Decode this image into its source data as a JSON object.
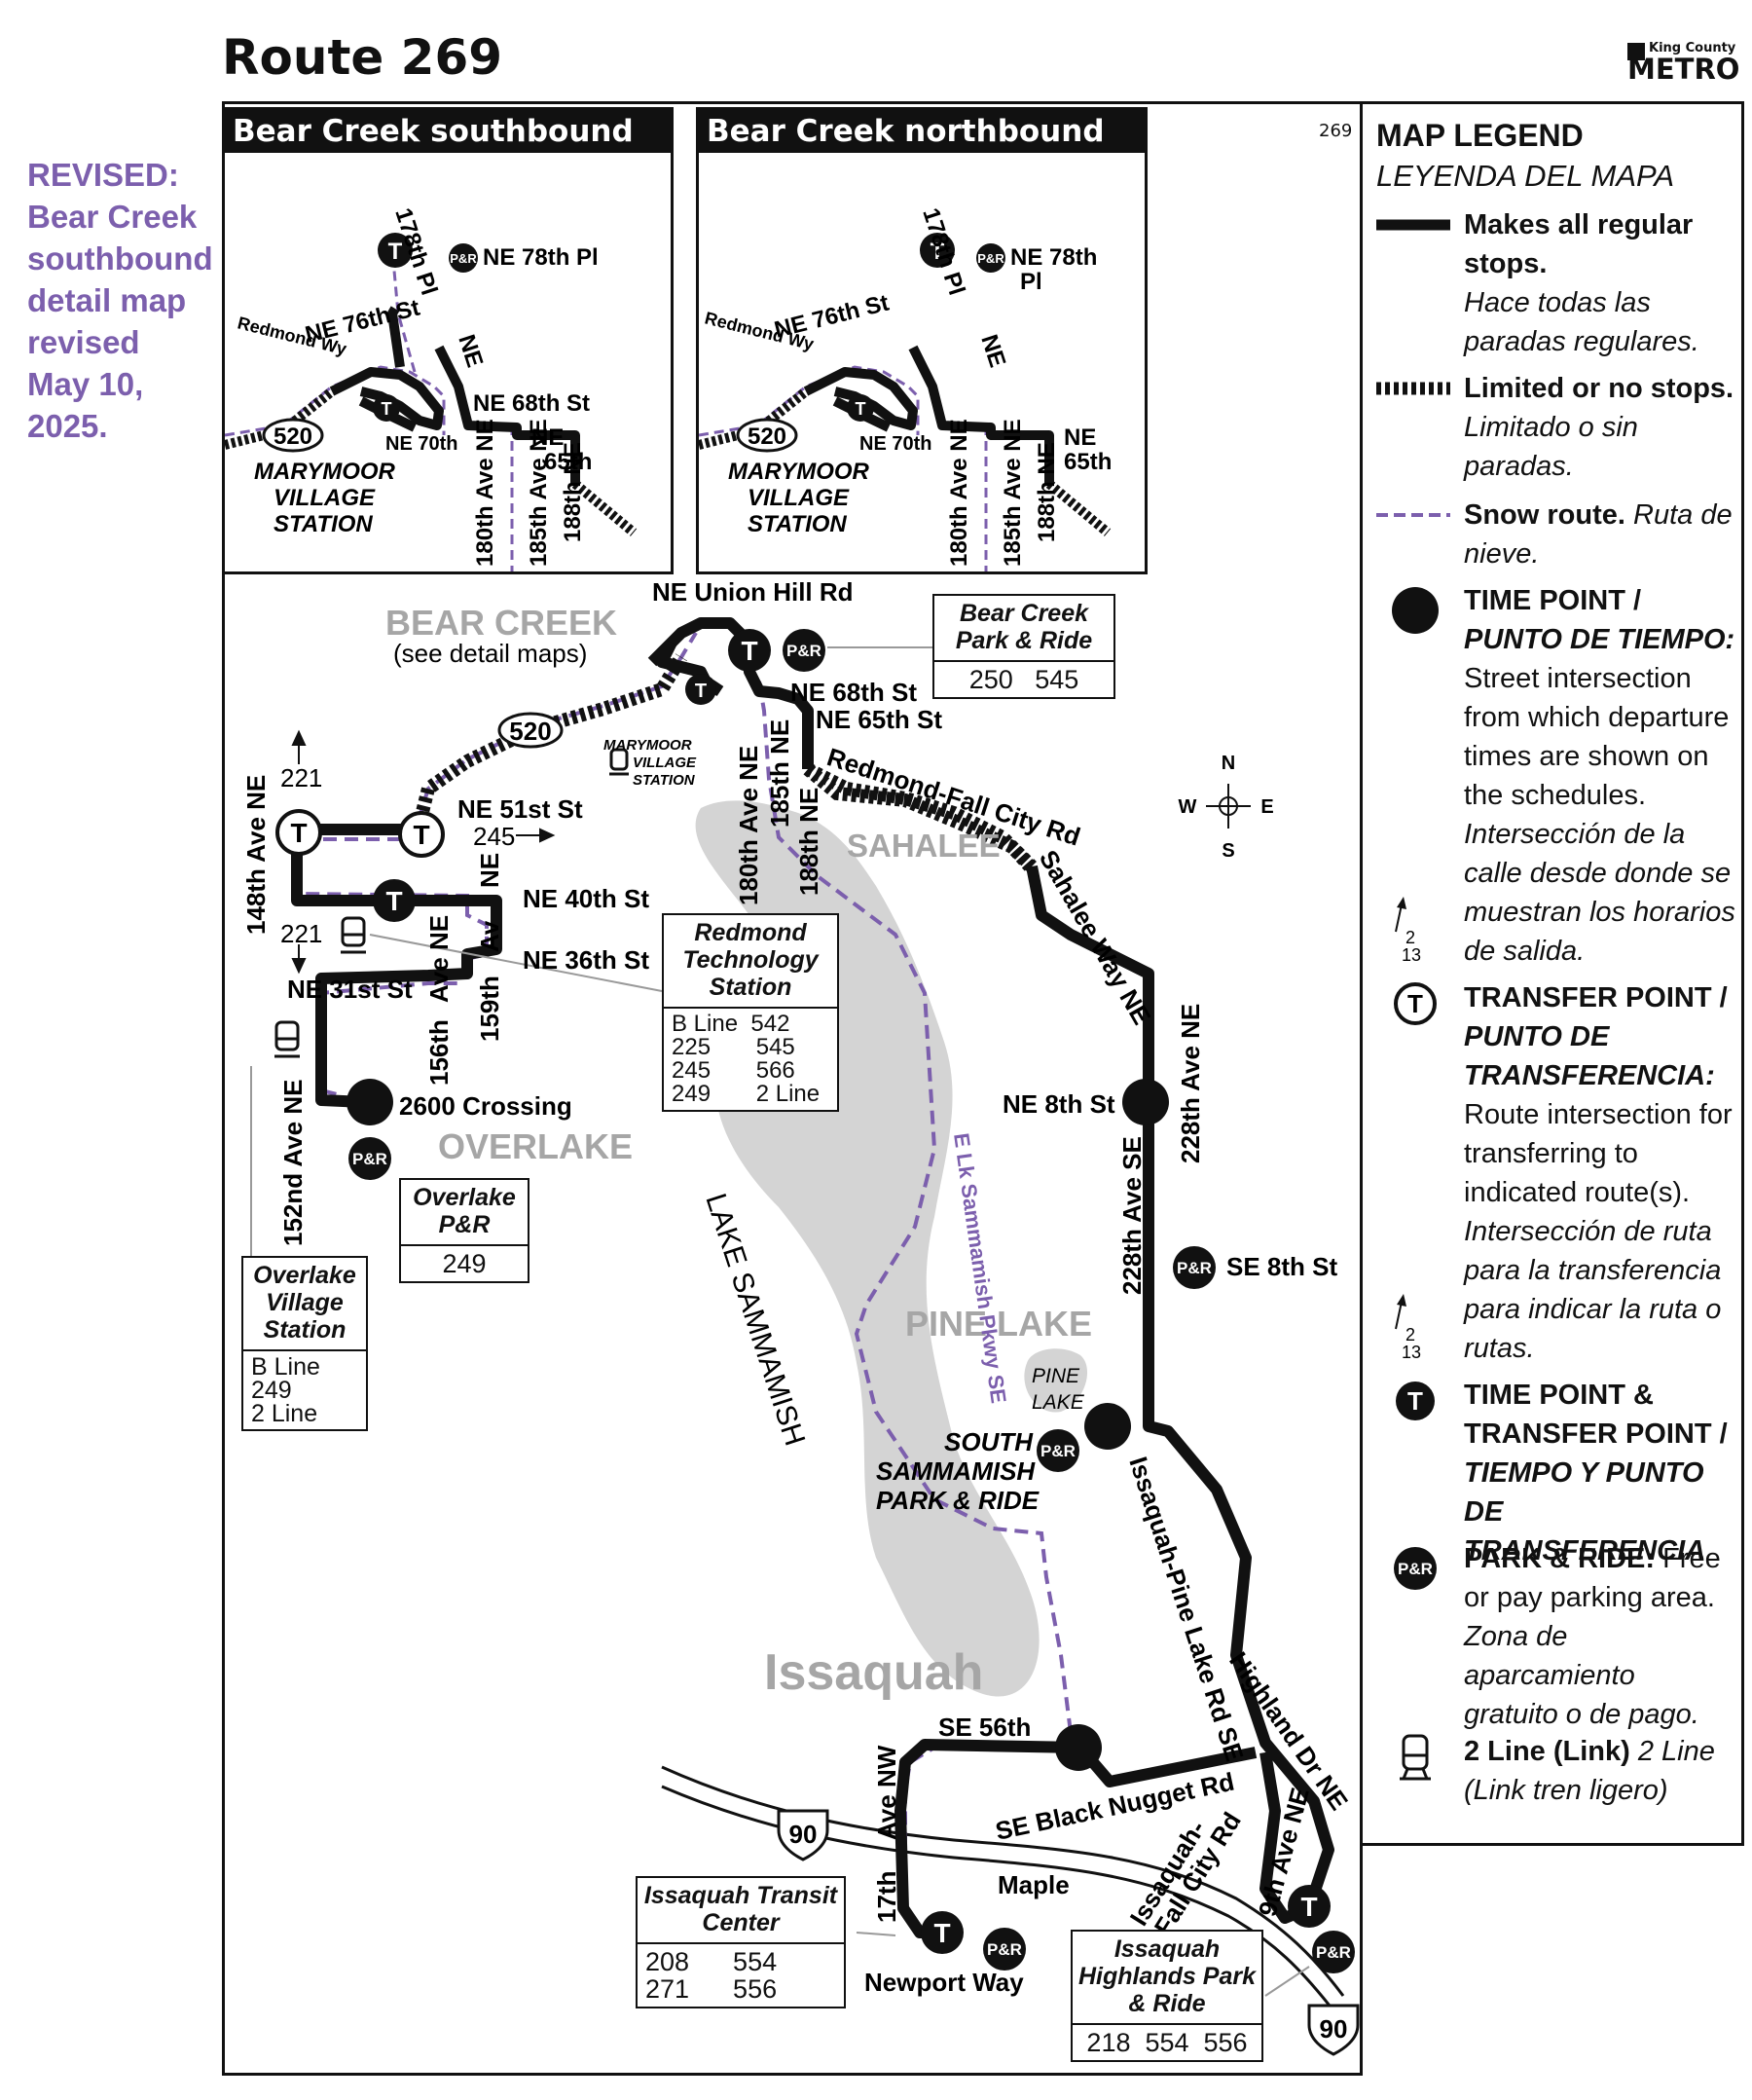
{
  "header": {
    "title": "Route 269",
    "logo_small": "King County",
    "logo_large": "METRO",
    "route_number": "269"
  },
  "revised_note": [
    "REVISED:",
    "Bear Creek",
    "southbound",
    "detail map",
    "revised",
    "May 10, 2025."
  ],
  "insets": {
    "southbound": {
      "title": "Bear Creek southbound"
    },
    "northbound": {
      "title": "Bear Creek northbound"
    },
    "labels": {
      "st178": "178th Pl",
      "ne": "NE",
      "ne76": "NE 76th St",
      "ne78": "NE 78th Pl",
      "ne78a": "NE 78th",
      "pl": "Pl",
      "redmond": "Redmond Wy",
      "ne68": "NE 68th St",
      "ne65a": "NE",
      "ne65b": "65th",
      "hwy": "520",
      "ne70": "NE 70th",
      "station": [
        "MARYMOOR",
        "VILLAGE",
        "STATION"
      ],
      "ave180": "180th Ave NE",
      "ave185": "185th Ave NE",
      "ave188": "188th NE"
    }
  },
  "legend": {
    "title": "MAP LEGEND",
    "subtitle": "LEYENDA DEL MAPA",
    "regular": {
      "b": "Makes all regular stops.",
      "i": "Hace todas las paradas regulares."
    },
    "limited": {
      "b": "Limited or no stops.",
      "i": "Limitado o sin paradas."
    },
    "snow": {
      "b": "Snow route.",
      "i": "Ruta de nieve."
    },
    "timepoint": {
      "b": "TIME POINT / ",
      "bi": "PUNTO DE TIEMPO:",
      "t": "Street intersection from which departure times are shown on the schedules.",
      "i": "Intersección de la calle desde donde se muestran los horarios de salida."
    },
    "transfer": {
      "b": "TRANSFER POINT / ",
      "bi": "PUNTO DE TRANSFERENCIA:",
      "t": "Route intersection for transferring to indicated route(s).",
      "i": "Intersección de ruta para la transferencia para indicar la ruta o rutas."
    },
    "both": {
      "b": "TIME POINT & TRANSFER POINT / ",
      "bi": "TIEMPO Y PUNTO DE TRANSFERENCIA"
    },
    "pr": {
      "b": "PARK & RIDE:",
      "t": " Free or pay parking area.",
      "i": "Zona de aparcamiento gratuito o de pago."
    },
    "link": {
      "b": "2 Line (Link)",
      "i": " 2 Line",
      "i2": "(Link tren ligero)"
    },
    "example_nums": [
      "2",
      "13"
    ]
  },
  "map_labels": {
    "bear_creek": "BEAR CREEK",
    "see_detail": "(see detail maps)",
    "union_hill": "NE Union Hill Rd",
    "ne68": "NE 68th St",
    "ne65": "NE 65th St",
    "redmond_fall": "Redmond-Fall City Rd",
    "sahalee_way": "Sahalee Way NE",
    "sahalee": "SAHALEE",
    "hwy520": "520",
    "marymoor": [
      "MARYMOOR",
      "VILLAGE",
      "STATION"
    ],
    "r221a": "221",
    "r221b": "221",
    "r245": "245",
    "ne51": "NE 51st St",
    "ave148": "148th Ave NE",
    "ne40": "NE 40th St",
    "ne36": "NE 36th St",
    "ne31": "NE 31st St",
    "ave156": "156th",
    "ave156b": "Ave NE",
    "ave159": "159th",
    "av": "Av",
    "ne_v": "NE",
    "ave180": "180th Ave NE",
    "ave185": "185th NE",
    "ave188": "188th NE",
    "crossing": "2600 Crossing",
    "overlake": "OVERLAKE",
    "ave152": "152nd Ave NE",
    "ne8": "NE 8th St",
    "ave228a": "228th Ave NE",
    "ave228b": "228th Ave SE",
    "se8": "SE 8th St",
    "lake": "LAKE SAMMAMISH",
    "elk": "E Lk Sammamish Pkwy SE",
    "pine_lake": "PINE LAKE",
    "pine_lake_small": [
      "PINE",
      "LAKE"
    ],
    "south_sammamish": [
      "SOUTH",
      "SAMMAMISH",
      "PARK & RIDE"
    ],
    "issaquah_pine": "Issaquah-Pine Lake Rd SE",
    "highland": "Highland Dr NE",
    "issaquah": "Issaquah",
    "se56": "SE 56th",
    "black_nugget": "SE Black Nugget Rd",
    "ave_nw": "Ave NW",
    "ave17": "17th",
    "maple": "Maple",
    "issaquah_fall": [
      "Issaquah-",
      "Fall City Rd"
    ],
    "ave9": "9th Ave NE",
    "newport": "Newport Way",
    "i90": "90",
    "pr": "P&R",
    "t": "T",
    "compass": {
      "n": "N",
      "s": "S",
      "e": "E",
      "w": "W"
    }
  },
  "boxes": {
    "bear_creek_pr": {
      "title": "Bear Creek Park & Ride",
      "routes": "250   545"
    },
    "redmond_tech": {
      "title": "Redmond Technology Station",
      "routes": "B Line  542\n225       545\n245       566\n249       2 Line"
    },
    "overlake_pr": {
      "title": "Overlake P&R",
      "routes": "249"
    },
    "overlake_village": {
      "title": "Overlake Village Station",
      "routes": "B Line\n249\n2 Line"
    },
    "issaquah_tc": {
      "title": "Issaquah Transit Center",
      "routes": "208      554\n271      556"
    },
    "issaquah_highlands": {
      "title": "Issaquah Highlands Park & Ride",
      "routes": "218  554  556"
    }
  },
  "colors": {
    "route": "#111111",
    "snow": "#7c5fad",
    "lake": "#d4d4d4",
    "place": "#a6a6a6"
  }
}
